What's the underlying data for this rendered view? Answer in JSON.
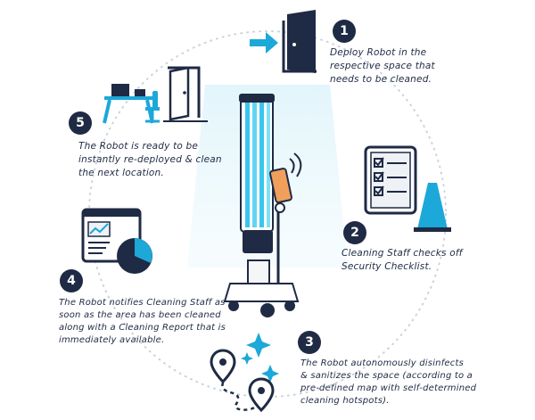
{
  "colors": {
    "navy": "#1f2a44",
    "cyan": "#1ca8d8",
    "cyan_light": "#c6eaf7",
    "uv_glow": "#9fe3f7",
    "orange": "#f0a05a"
  },
  "steps": [
    {
      "number": "1",
      "text_lines": [
        "Deploy Robot in the",
        "respective space that",
        "needs to be cleaned."
      ],
      "icon": "door-arrow-icon"
    },
    {
      "number": "2",
      "text_lines": [
        "Cleaning Staff checks off",
        "Security Checklist."
      ],
      "icon": "checklist-cone-icon"
    },
    {
      "number": "3",
      "text_lines": [
        "The Robot autonomously disinfects",
        "& sanitizes the space (according to a",
        "pre-defined map with self-determined",
        "cleaning hotspots)."
      ],
      "icon": "map-path-sparkle-icon"
    },
    {
      "number": "4",
      "text_lines": [
        "The Robot notifies Cleaning Staff as",
        "soon as the area has been cleaned",
        "along with a Cleaning Report that is",
        "immediately available."
      ],
      "icon": "report-chart-icon"
    },
    {
      "number": "5",
      "text_lines": [
        "The Robot is ready to be",
        "instantly re-deployed & clean",
        "the next location."
      ],
      "icon": "desk-door-icon"
    }
  ]
}
